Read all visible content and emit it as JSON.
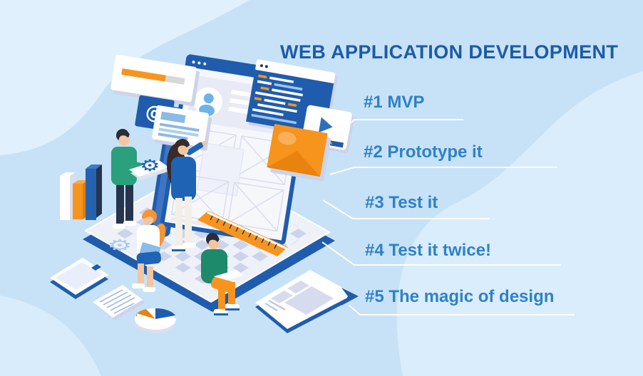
{
  "title": "WEB APPLICATION DEVELOPMENT",
  "steps": [
    "#1 MVP",
    "#2 Prototype it",
    "#3 Test it",
    "#4 Test it twice!",
    "#5 The magic of design"
  ],
  "illustration": {
    "at_symbol": "@",
    "icons": [
      "laptop",
      "browser-window",
      "code-window",
      "video-player",
      "envelope",
      "progress-card",
      "at-badge",
      "chat-bubble",
      "bar-chart",
      "pie-chart",
      "gear",
      "ruler",
      "tablet",
      "document",
      "wireframe-card"
    ],
    "people": [
      "man-holding-gear-stack",
      "woman-pointing-at-screen",
      "woman-sitting-with-tablet",
      "man-sitting-with-laptop"
    ]
  },
  "colors": {
    "background": "#c7e2f7",
    "background_blob": "#e0f1fd",
    "title_text": "#1d5ba8",
    "step_text": "#2f81c9",
    "primary_blue": "#1f5cad",
    "navy": "#27344d",
    "orange": "#f7941e",
    "green_shirt": "#2aa17c",
    "teal_sweater": "#1d8a6b",
    "line_white": "#ffffff"
  }
}
